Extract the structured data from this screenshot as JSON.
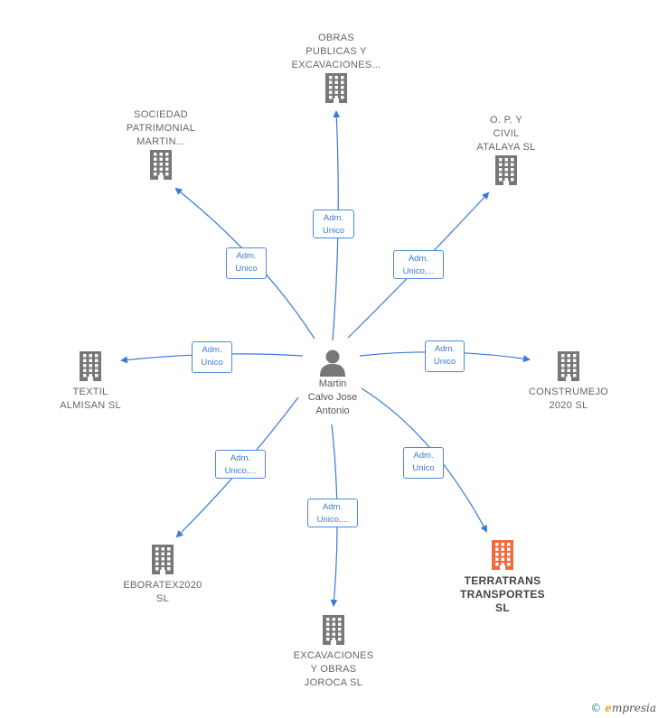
{
  "center": {
    "label": "Martin\nCalvo Jose\nAntonio",
    "icon": "person-icon"
  },
  "colors": {
    "edge": "#3a7bd5",
    "building": "#777777",
    "highlight": "#f26a3c"
  },
  "companies": [
    {
      "id": "obras-publicas",
      "label": "OBRAS\nPUBLICAS Y\nEXCAVACIONES...",
      "role": "Adm.\nUnico",
      "highlight": false
    },
    {
      "id": "opy-civil",
      "label": "O. P. Y\nCIVIL\nATALAYA SL",
      "role": "Adm.\nUnico,...",
      "highlight": false
    },
    {
      "id": "construmejo",
      "label": "CONSTRUMEJO\n2020 SL",
      "role": "Adm.\nUnico",
      "highlight": false
    },
    {
      "id": "terratrans",
      "label": "TERRATRANS\nTRANSPORTES\nSL",
      "role": "Adm.\nUnico",
      "highlight": true
    },
    {
      "id": "excavaciones-joroca",
      "label": "EXCAVACIONES\nY OBRAS\nJOROCA SL",
      "role": "Adm.\nUnico,...",
      "highlight": false
    },
    {
      "id": "eboratex",
      "label": "EBORATEX2020\nSL",
      "role": "Adm.\nUnico,...",
      "highlight": false
    },
    {
      "id": "textil-almisan",
      "label": "TEXTIL\nALMISAN SL",
      "role": "Adm.\nUnico",
      "highlight": false
    },
    {
      "id": "sociedad-patrimonial",
      "label": "SOCIEDAD\nPATRIMONIAL\nMARTIN...",
      "role": "Adm.\nUnico",
      "highlight": false
    }
  ],
  "brand": {
    "copyright": "©",
    "name": "mpresia",
    "initial": "e"
  }
}
